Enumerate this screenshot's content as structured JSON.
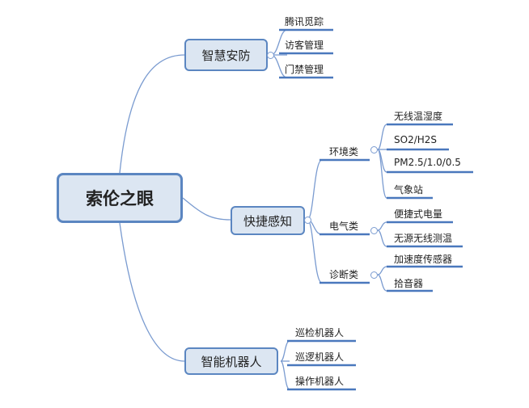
{
  "root": "索伦之眼",
  "branches": [
    {
      "label": "智慧安防",
      "children": [
        "腾讯觅踪",
        "访客管理",
        "门禁管理"
      ]
    },
    {
      "label": "快捷感知",
      "categories": [
        {
          "label": "环境类",
          "children": [
            "无线温湿度",
            "SO2/H2S",
            "PM2.5/1.0/0.5",
            "气象站"
          ]
        },
        {
          "label": "电气类",
          "children": [
            "便捷式电量",
            "无源无线测温"
          ]
        },
        {
          "label": "诊断类",
          "children": [
            "加速度传感器",
            "拾音器"
          ]
        }
      ]
    },
    {
      "label": "智能机器人",
      "children": [
        "巡检机器人",
        "巡逻机器人",
        "操作机器人"
      ]
    }
  ],
  "colors": {
    "line": "#5b86c1",
    "node_fill": "#dce6f2"
  }
}
